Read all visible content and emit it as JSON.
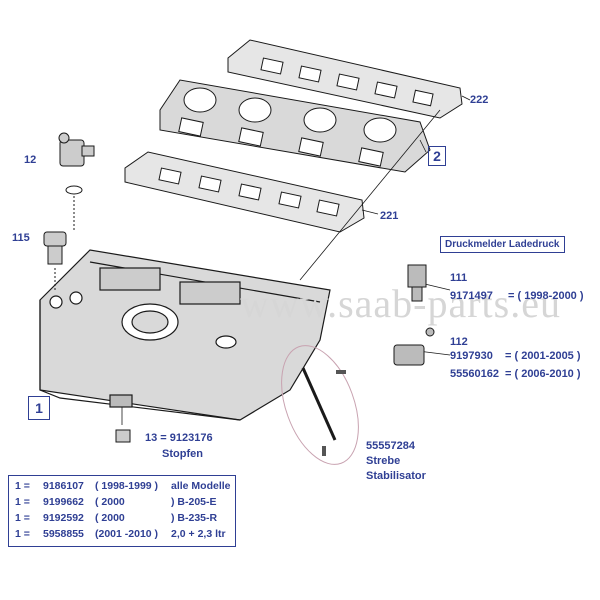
{
  "watermark": "www.saab-parts.eu",
  "callouts": {
    "c222": "222",
    "c2": "2",
    "c12": "12",
    "c221": "221",
    "c115": "115",
    "c1": "1",
    "c13": "13 = 9123176",
    "c13b": "Stopfen",
    "c111": "111",
    "c111p": "9171497",
    "c111y": "= ( 1998-2000 )",
    "c112": "112",
    "c112p1": "9197930",
    "c112y1": "= ( 2001-2005 )",
    "c112p2": "55560162",
    "c112y2": "= ( 2006-2010 )",
    "strebe1": "55557284",
    "strebe2": "Strebe",
    "strebe3": "Stabilisator"
  },
  "druckmelder_title": "Druckmelder Ladedruck",
  "legend": [
    {
      "num": "1 =",
      "part": "9186107",
      "years": "( 1998-1999 )",
      "note": "alle Modelle"
    },
    {
      "num": "1 =",
      "part": "9199662",
      "years": "( 2000",
      "note": ") B-205-E"
    },
    {
      "num": "1 =",
      "part": "9192592",
      "years": "( 2000",
      "note": ") B-235-R"
    },
    {
      "num": "1 =",
      "part": "5958855",
      "years": "(2001 -2010 )",
      "note": "2,0 + 2,3 ltr"
    }
  ],
  "colors": {
    "label": "#2f3f94",
    "line": "#1a1a1a",
    "part_fill": "#d9d9d9",
    "strebe_ring": "#c8a2b0"
  }
}
